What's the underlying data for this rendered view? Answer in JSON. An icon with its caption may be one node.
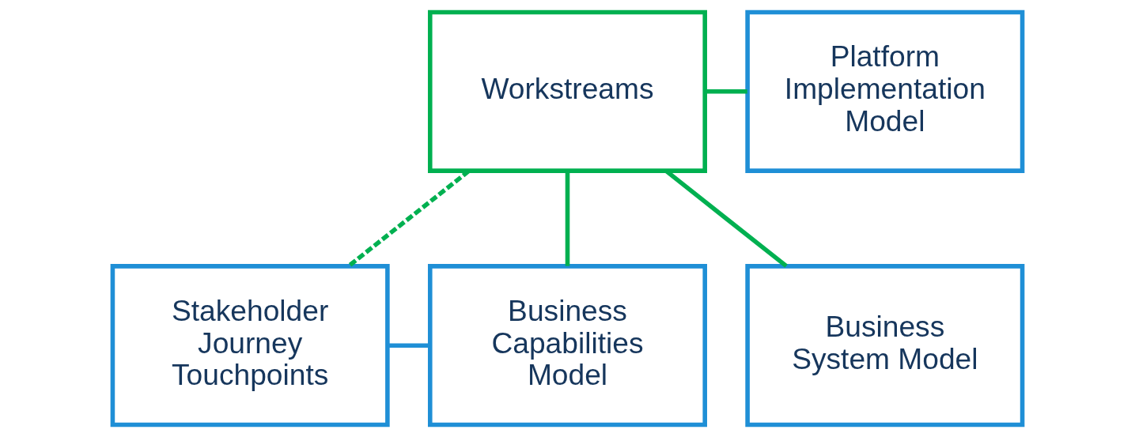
{
  "diagram": {
    "nodes": [
      {
        "text": [
          "Workstreams"
        ]
      },
      {
        "text": [
          "Platform Implementation Model"
        ]
      },
      {
        "text": [
          "Stakeholder Journey Touchpoints"
        ]
      },
      {
        "text": [
          "Business Capabilities Model"
        ]
      },
      {
        "text": [
          "Business System Model"
        ]
      }
    ],
    "edges": [
      {
        "from": 0,
        "to": 1,
        "arrow": "none"
      },
      {
        "from": 0,
        "to": 2,
        "arrow": "none",
        "style": "dashed"
      },
      {
        "from": 0,
        "to": 3,
        "arrow": "none"
      },
      {
        "from": 0,
        "to": 4,
        "arrow": "none"
      },
      {
        "from": 2,
        "to": 3,
        "arrow": "none",
        "color": "#1f8fd6"
      }
    ]
  }
}
